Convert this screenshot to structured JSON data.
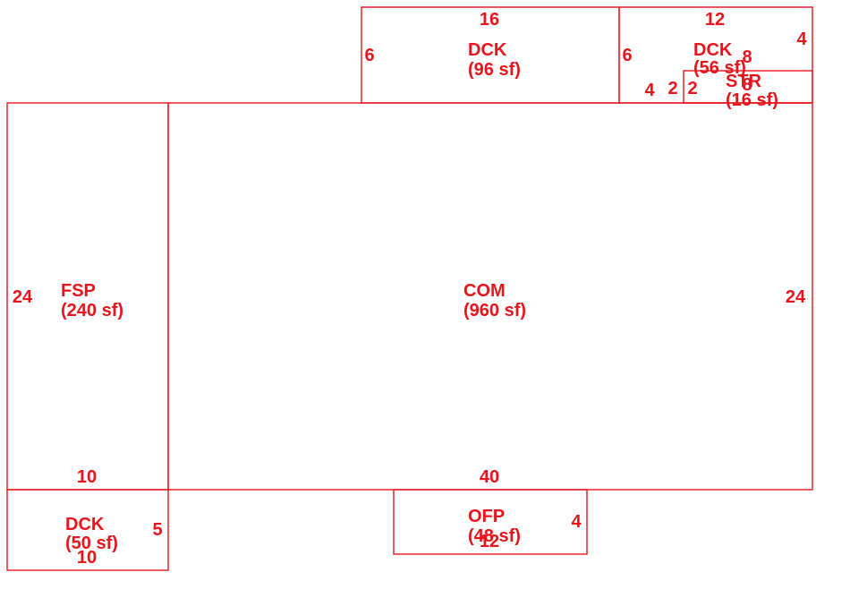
{
  "colors": {
    "line": "#e8141c",
    "background": "#ffffff"
  },
  "areas": {
    "deck_top_left": {
      "code": "DCK",
      "area": "(96 sf)"
    },
    "deck_top_right": {
      "code": "DCK",
      "area": "(56 sf)"
    },
    "storage": {
      "code": "STR",
      "area": "(16 sf)"
    },
    "fsp": {
      "code": "FSP",
      "area": "(240 sf)"
    },
    "com": {
      "code": "COM",
      "area": "(960 sf)"
    },
    "deck_bottom": {
      "code": "DCK",
      "area": "(50 sf)"
    },
    "ofp": {
      "code": "OFP",
      "area": "(48 sf)"
    }
  },
  "dimensions": {
    "deck_top_left_width": "16",
    "deck_top_left_depth": "6",
    "deck_top_right_width": "12",
    "deck_top_right_left_depth": "6",
    "deck_top_right_right_depth": "4",
    "deck_top_right_step": "4",
    "storage_width": "8",
    "storage_left_a": "2",
    "storage_left_b": "2",
    "storage_right": "8",
    "fsp_depth": "24",
    "fsp_width": "10",
    "com_width": "40",
    "com_depth": "24",
    "deck_bottom_depth": "5",
    "deck_bottom_width": "10",
    "ofp_depth": "4",
    "ofp_width": "12"
  }
}
